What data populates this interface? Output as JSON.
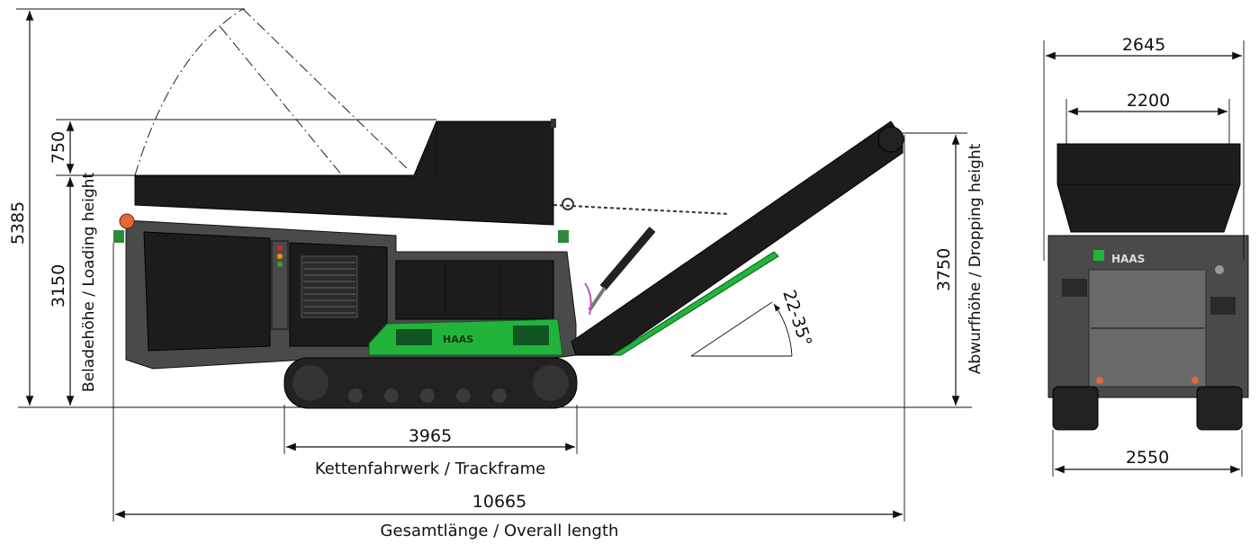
{
  "labels": {
    "total_height": "5385",
    "hopper_extension": "750",
    "loading_height_value": "3150",
    "loading_height_label": "Beladehöhe / Loading height",
    "track_length_value": "3965",
    "track_length_label": "Kettenfahrwerk / Trackframe",
    "overall_length_value": "10665",
    "overall_length_label": "Gesamtlänge / Overall length",
    "dropping_height_value": "3750",
    "dropping_height_label": "Abwurfhöhe / Dropping height",
    "angle_label": "22-35°",
    "front_width_top": "2645",
    "front_width_hopper": "2200",
    "front_width_tracks": "2550",
    "brand_logo_text": "HAAS"
  },
  "colors": {
    "machine_body": "#1c1c1c",
    "machine_grey": "#4a4a4a",
    "accent_green": "#22b33b",
    "warning_orange": "#e2673a",
    "dimension_lines": "#111111"
  }
}
